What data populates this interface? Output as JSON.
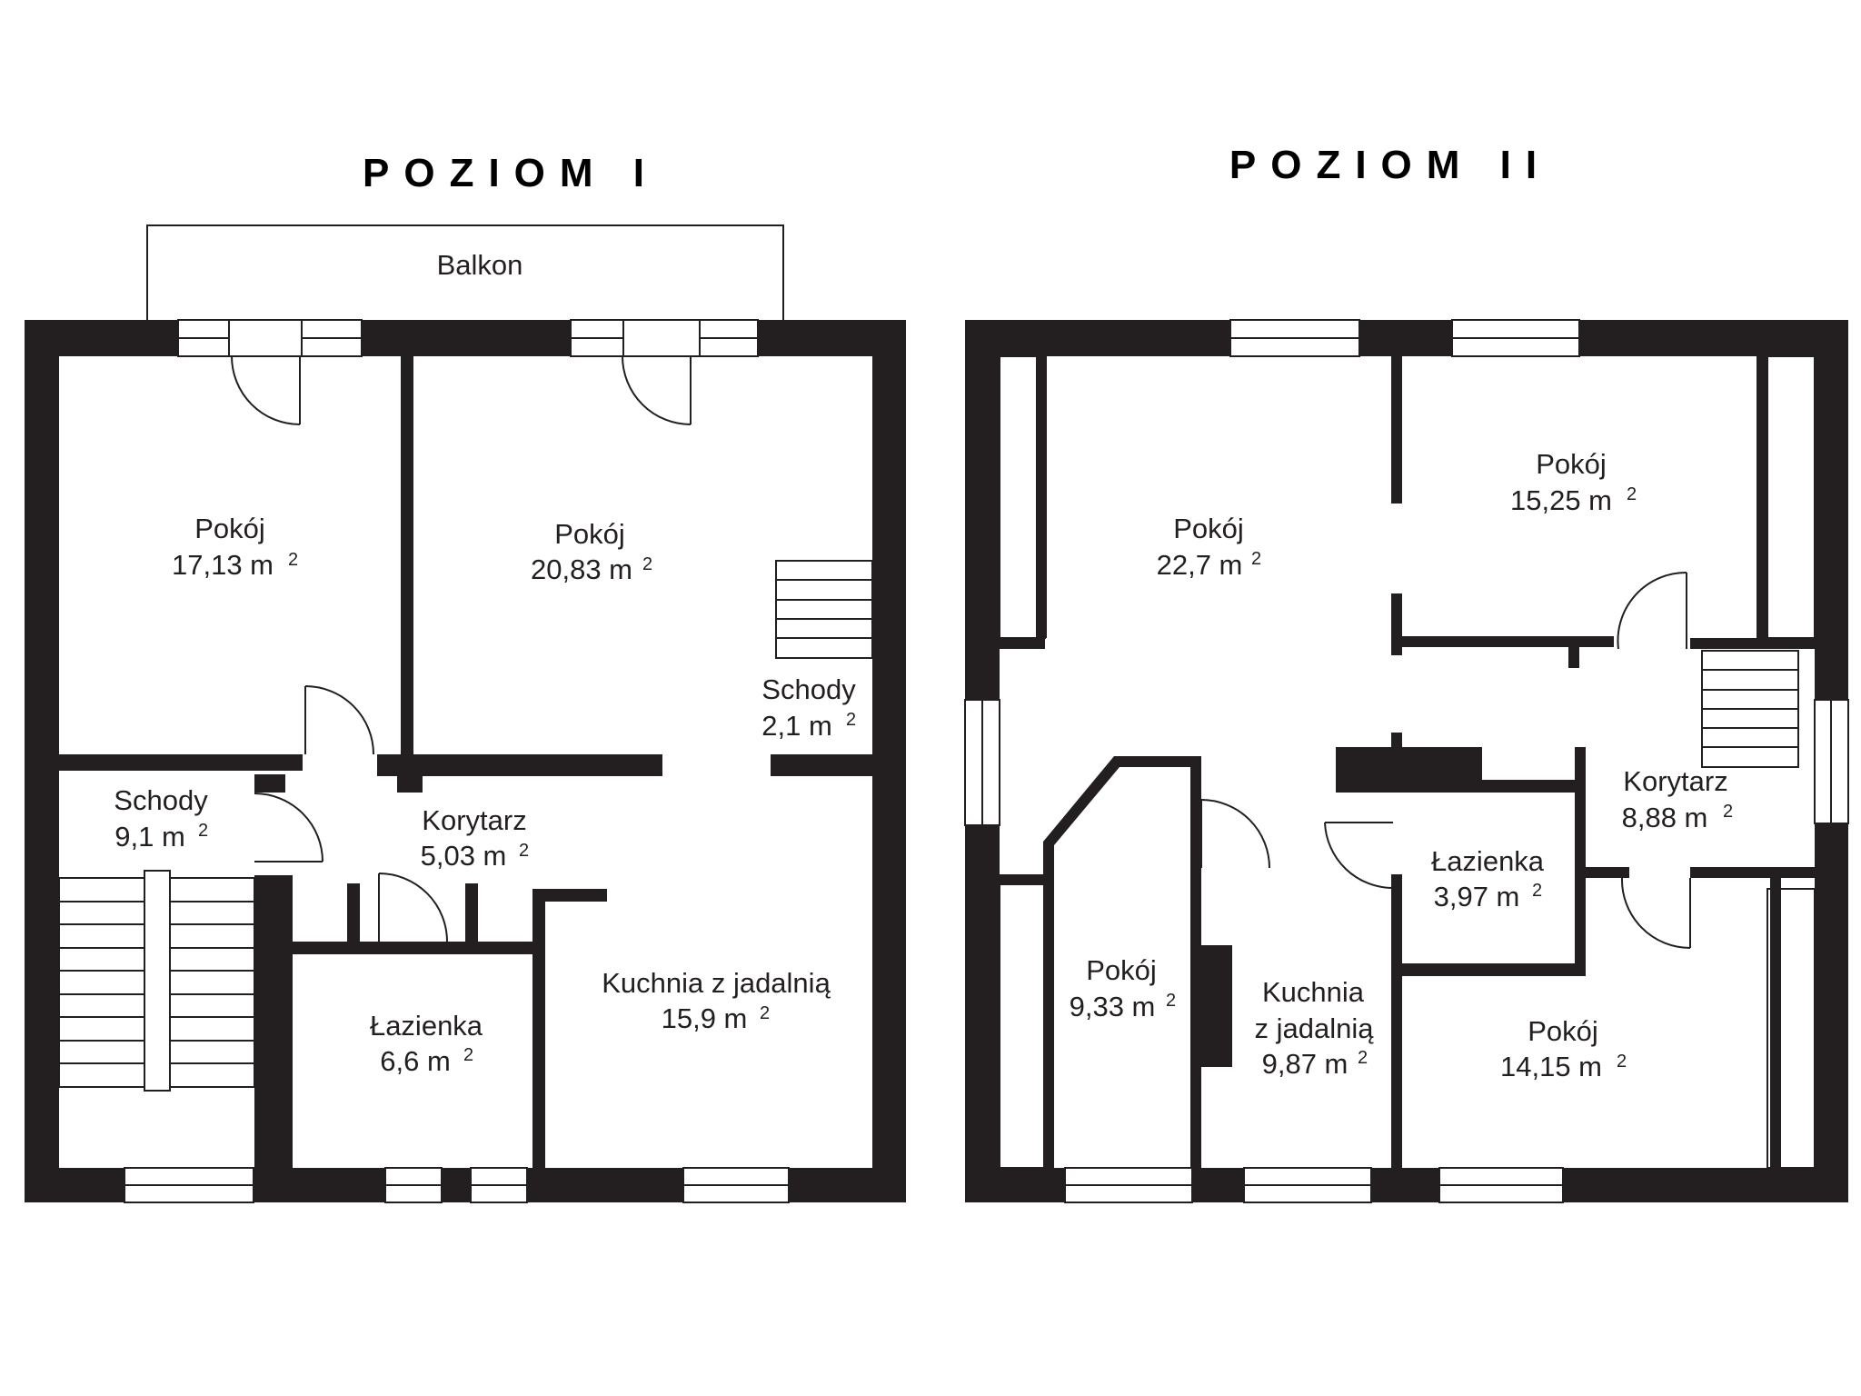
{
  "levels": [
    {
      "title": "POZIOM I",
      "balcony": "Balkon",
      "rooms": [
        {
          "name": "Pokój",
          "area": "17,13 m",
          "unit_sup": "2"
        },
        {
          "name": "Pokój",
          "area": "20,83 m",
          "unit_sup": "2"
        },
        {
          "name": "Schody",
          "area": "2,1 m",
          "unit_sup": "2"
        },
        {
          "name": "Schody",
          "area": "9,1 m",
          "unit_sup": "2"
        },
        {
          "name": "Korytarz",
          "area": "5,03 m",
          "unit_sup": "2"
        },
        {
          "name": "Łazienka",
          "area": "6,6 m",
          "unit_sup": "2"
        },
        {
          "name": "Kuchnia z jadalnią",
          "area": "15,9 m",
          "unit_sup": "2"
        }
      ]
    },
    {
      "title": "POZIOM II",
      "rooms": [
        {
          "name": "Pokój",
          "area": "22,7 m",
          "unit_sup": "2"
        },
        {
          "name": "Pokój",
          "area": "15,25 m",
          "unit_sup": "2"
        },
        {
          "name": "Korytarz",
          "area": "8,88 m",
          "unit_sup": "2"
        },
        {
          "name": "Łazienka",
          "area": "3,97 m",
          "unit_sup": "2"
        },
        {
          "name": "Pokój",
          "area": "9,33 m",
          "unit_sup": "2"
        },
        {
          "name": "Kuchnia",
          "name2": "z jadalnią",
          "area": "9,87 m",
          "unit_sup": "2"
        },
        {
          "name": "Pokój",
          "area": "14,15 m",
          "unit_sup": "2"
        }
      ]
    }
  ],
  "colors": {
    "wall": "#231f20",
    "background": "#ffffff"
  }
}
